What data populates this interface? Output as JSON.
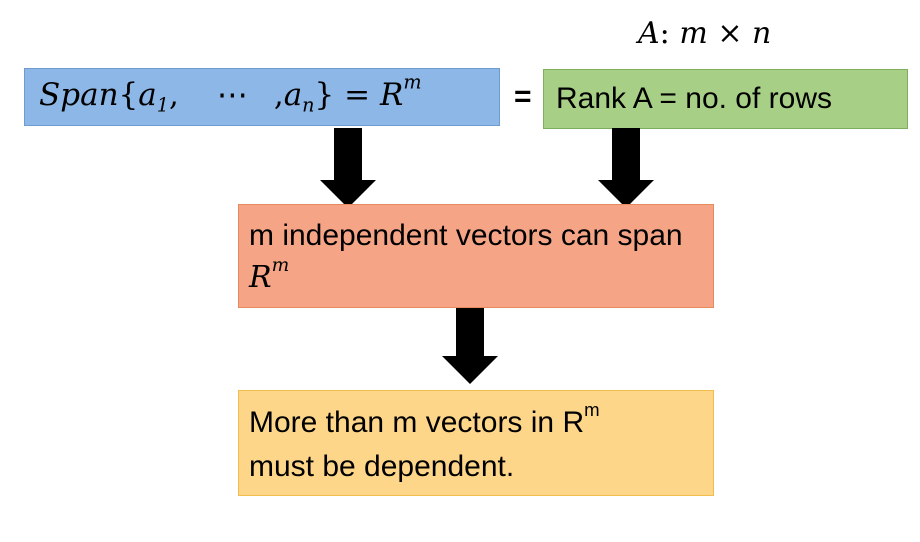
{
  "matrix_dims": {
    "var": "A",
    "colon": ":",
    "rows": "m",
    "times": "×",
    "cols": "n"
  },
  "span_statement": {
    "func": "Span",
    "open": "{",
    "a1": "a",
    "a1_sub": "1",
    "comma1": ",",
    "dots": "⋯",
    "comma2": ",",
    "an": "a",
    "an_sub": "n",
    "close": "}",
    "eq": "=",
    "space": "R",
    "space_sup": "m"
  },
  "equals_sign": "=",
  "rank_statement": "Rank A = no. of rows",
  "independence": {
    "text": "m independent vectors can span",
    "space": "R",
    "space_sup": "m"
  },
  "dependence": {
    "text": "More than m vectors in R",
    "space_sup": "m",
    "text2": "must be dependent."
  },
  "colors": {
    "span_box": "#8db7e6",
    "rank_box": "#a7cf85",
    "independence_box": "#f5a586",
    "dependence_box": "#fdd68a",
    "arrow": "#000000"
  }
}
